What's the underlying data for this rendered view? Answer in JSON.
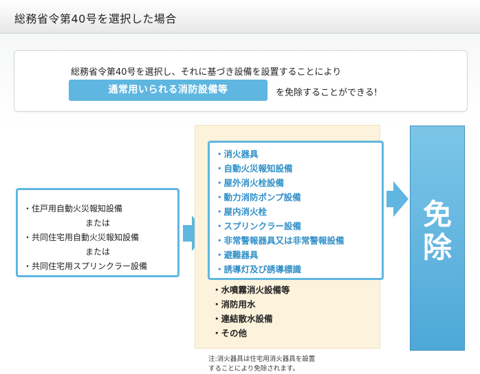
{
  "header": {
    "title": "総務省令第40号を選択した場合"
  },
  "intro": {
    "line1": "総務省令第40号を選択し、それに基づき設備を設置することにより",
    "highlight": "通常用いられる消防設備等",
    "line2": "を免除することができる!"
  },
  "left_box": {
    "items": [
      "・住戸用自動火災報知設備",
      "または",
      "・共同住宅用自動火災報知設備",
      "または",
      "・共同住宅用スプリンクラー設備"
    ]
  },
  "middle": {
    "inner_items": [
      "・消火器具",
      "・自動火災報知設備",
      "・屋外消火栓設備",
      "・動力消防ポンプ設備",
      "・屋内消火栓",
      "・スプリンクラー設備",
      "・非常警報器具又は非常警報設備",
      "・避難器具",
      "・誘導灯及び誘導標識"
    ],
    "outer_items": [
      "・水噴霧消火設備等",
      "・消防用水",
      "・連結散水設備",
      "・その他"
    ],
    "note_line1": "注:消火器具は住宅用消火器具を設置",
    "note_line2": "することにより免除されます。"
  },
  "exempt": {
    "char1": "免",
    "char2": "除"
  },
  "colors": {
    "accent": "#5fb6e0",
    "panel": "#fdf3dc",
    "inner_text": "#2f8fc8"
  }
}
